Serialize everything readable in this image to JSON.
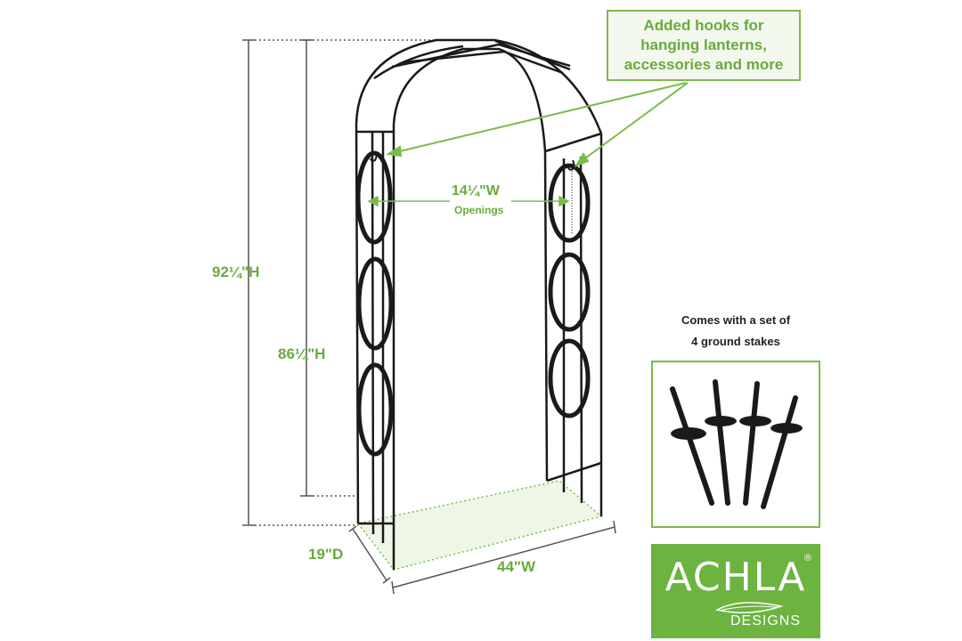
{
  "callout": {
    "lines": [
      "Added hooks for",
      "hanging lanterns,",
      "accessories and more"
    ]
  },
  "dimensions": {
    "total_height": "92¼\"H",
    "inner_height": "86¼\"H",
    "opening_width": "14¼\"W",
    "opening_caption": "Openings",
    "depth": "19\"D",
    "width": "44\"W"
  },
  "stakes": {
    "title_line1": "Comes with a set of",
    "title_line2": "4 ground stakes"
  },
  "logo": {
    "word": "ACHLA",
    "registered": "®",
    "sub": "DESIGNS"
  },
  "colors": {
    "accent_green": "#6aaa3c",
    "logo_green": "#6cb33f",
    "frame_black": "#1a1a1a",
    "dimension_gray": "#555555"
  }
}
